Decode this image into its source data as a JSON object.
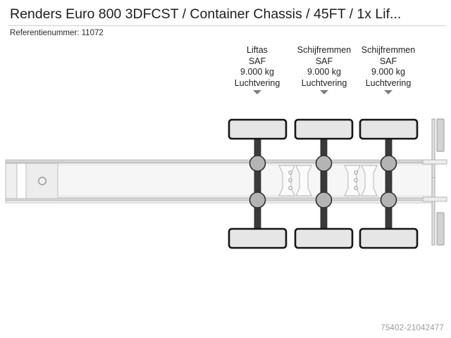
{
  "header": {
    "title": "Renders Euro 800 3DFCST / Container Chassis / 45FT / 1x Lif...",
    "reference_label": "Referentienummer: 11072"
  },
  "diagram": {
    "name": "container-chassis-top-view",
    "axles": [
      {
        "id": "axle-1",
        "type_label": "Liftas",
        "brand_label": "SAF",
        "capacity_label": "9.000 kg",
        "suspension_label": "Luchtvering",
        "marker": "down-triangle"
      },
      {
        "id": "axle-2",
        "type_label": "Schijfremmen",
        "brand_label": "SAF",
        "capacity_label": "9.000 kg",
        "suspension_label": "Luchtvering",
        "marker": "down-triangle"
      },
      {
        "id": "axle-3",
        "type_label": "Schijfremmen",
        "brand_label": "SAF",
        "capacity_label": "9.000 kg",
        "suspension_label": "Luchtvering",
        "marker": "down-triangle"
      }
    ],
    "colors": {
      "frame_fill": "#f4f4f4",
      "frame_stroke": "#b8b8b8",
      "rail_fill": "#d8d8d8",
      "wheel_fill": "#e4e4e4",
      "wheel_stroke": "#1c1c1c",
      "axle_beam": "#3a3a3a",
      "hub_fill": "#b4b4b4",
      "hub_stroke": "#2e2e2e",
      "marker": "#7d7d7d",
      "background": "#ffffff"
    }
  },
  "watermark": {
    "text": "75402-21042477"
  }
}
